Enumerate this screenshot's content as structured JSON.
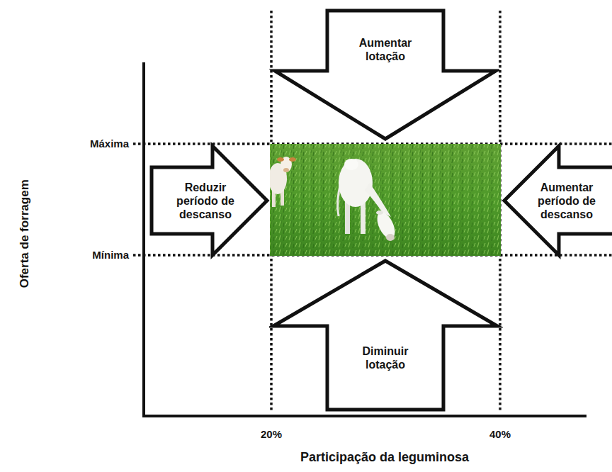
{
  "diagram": {
    "nodes": [
      {
        "text": [
          "Aumentar lotação"
        ]
      },
      {
        "text": [
          "Reduzir período de descanso"
        ]
      },
      {
        "text": [
          "Aumentar período de descanso"
        ]
      },
      {
        "text": [
          "Diminuir lotação"
        ]
      }
    ],
    "labels": [
      "Oferta de forragem",
      "Máxima",
      "Mínima",
      "20%",
      "40%",
      "Participação da leguminosa"
    ]
  }
}
